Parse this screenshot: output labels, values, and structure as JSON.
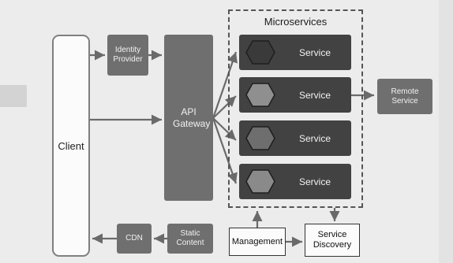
{
  "diagram": {
    "client": "Client",
    "identity_provider": "Identity Provider",
    "api_gateway": "API Gateway",
    "microservices_title": "Microservices",
    "services": [
      "Service",
      "Service",
      "Service",
      "Service"
    ],
    "remote_service": "Remote Service",
    "cdn": "CDN",
    "static_content": "Static Content",
    "management": "Management",
    "service_discovery": "Service Discovery"
  },
  "colors": {
    "background": "#ececec",
    "gray_box": "#6f6f6f",
    "dark_box": "#424242",
    "hex_outline": "#1e1e1e",
    "hex_fill": "#8f8f8f",
    "arrow": "#6a6a6a"
  },
  "icons": [
    "hexagon-outline-icon",
    "hexagon-filled-icon"
  ]
}
